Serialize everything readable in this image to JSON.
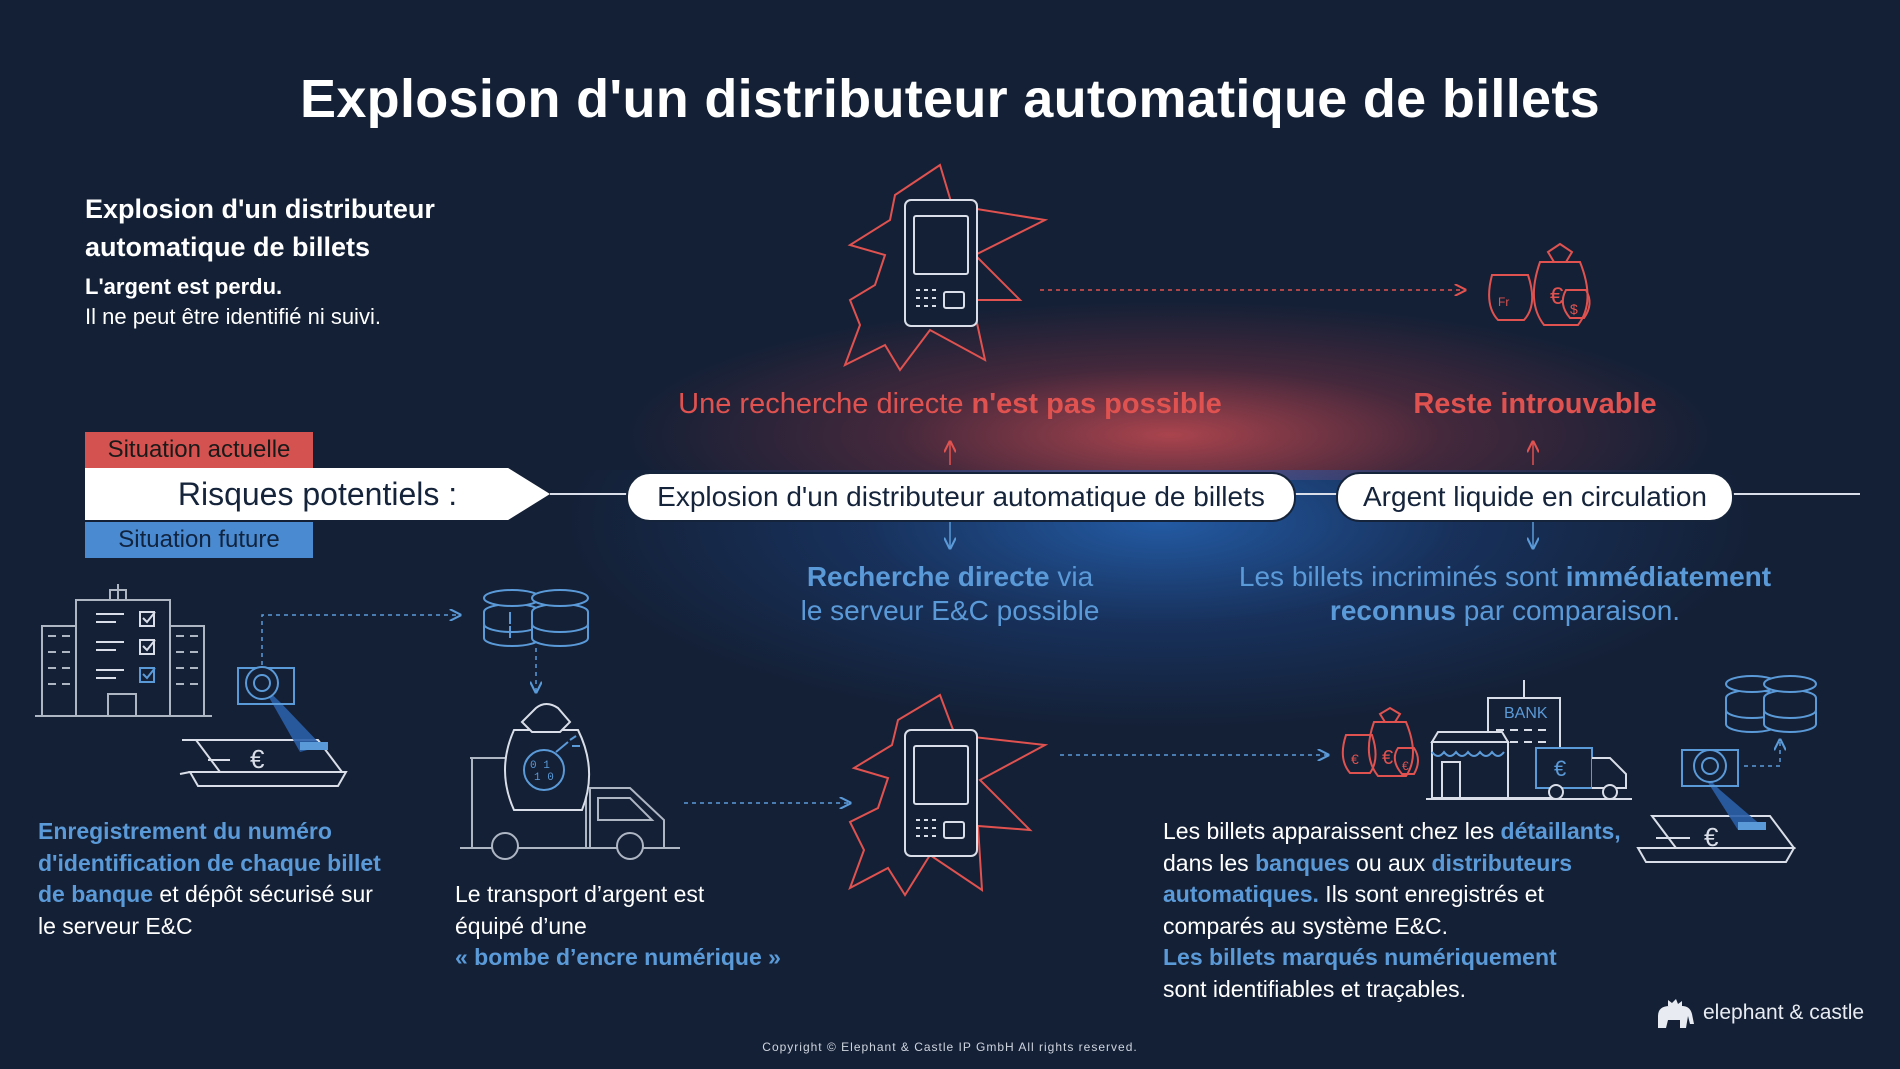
{
  "title": "Explosion d'un distributeur automatique de billets",
  "intro": {
    "heading": "Explosion d'un distributeur automatique de billets",
    "bold_line": "L'argent est perdu.",
    "line": "Il ne peut être identifié ni suivi."
  },
  "tags": {
    "current": "Situation actuelle",
    "future": "Situation future"
  },
  "risk_label": "Risques potentiels :",
  "timeline": {
    "step1": "Explosion d'un distributeur automatique de billets",
    "step2": "Argent liquide en circulation"
  },
  "current": {
    "search_prefix": "Une recherche directe ",
    "search_bold": "n'est pas possible",
    "untraceable": "Reste introuvable"
  },
  "future": {
    "search_bold": "Recherche directe",
    "search_rest1": " via",
    "search_rest2": "le serveur E&C possible",
    "recog_part1": "Les billets incriminés sont ",
    "recog_bold1": "immédiatement",
    "recog_bold2": "reconnus",
    "recog_part2": " par comparaison."
  },
  "captions": {
    "registration": {
      "blue1": "Enregistrement du numéro",
      "blue2": "d'identification de chaque billet",
      "blue3": "de banque",
      "rest3": " et dépôt sécurisé sur",
      "rest4": "le serveur E&C"
    },
    "transport": {
      "line1": "Le transport d’argent est",
      "line2": "équipé d’une",
      "blue": "« bombe d’encre numérique »"
    },
    "retail": {
      "l1a": "Les billets apparaissent chez les ",
      "l1b": "détaillants,",
      "l2a": "dans les ",
      "l2b": "banques",
      "l2c": " ou aux ",
      "l2d": "distributeurs",
      "l3a": "automatiques.",
      "l3b": " Ils sont enregistrés et",
      "l4": "comparés au système E&C.",
      "l5": "Les billets marqués numériquement",
      "l6": "sont identifiables et traçables."
    }
  },
  "icons": {
    "bank_label": "BANK",
    "euro": "€",
    "franc": "Fr",
    "dollar": "$"
  },
  "copyright": "Copyright © Elephant & Castle IP GmbH All rights reserved.",
  "brand": "elephant & castle",
  "colors": {
    "red": "#e0524f",
    "blue": "#5b9ad8",
    "background": "#142036"
  }
}
